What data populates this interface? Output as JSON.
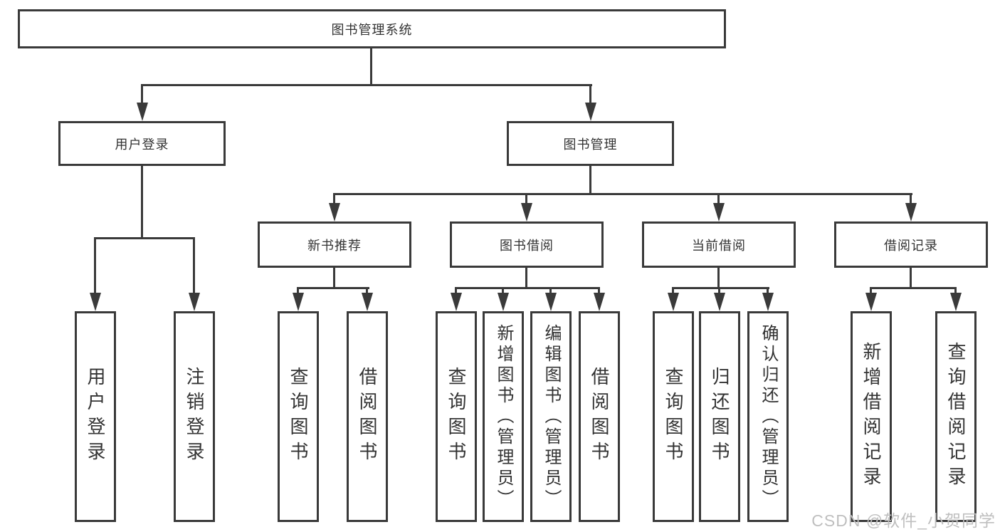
{
  "diagram": {
    "root": "图书管理系统",
    "l2": [
      "用户登录",
      "图书管理"
    ],
    "l3": [
      "新书推荐",
      "图书借阅",
      "当前借阅",
      "借阅记录"
    ],
    "g1": [
      "用户登录",
      "注销登录"
    ],
    "g2": [
      "查询图书",
      "借阅图书"
    ],
    "g3": [
      "查询图书",
      "新增图书（管理员）",
      "编辑图书（管理员）",
      "借阅图书"
    ],
    "g4": [
      "查询图书",
      "归还图书",
      "确认归还（管理员）"
    ],
    "g5": [
      "新增借阅记录",
      "查询借阅记录"
    ]
  },
  "watermark": "CSDN @软件_小贺同学",
  "colors": {
    "line": "#3a3a3a",
    "text": "#333333",
    "watermark": "#bfbfbf",
    "background": "#ffffff"
  }
}
